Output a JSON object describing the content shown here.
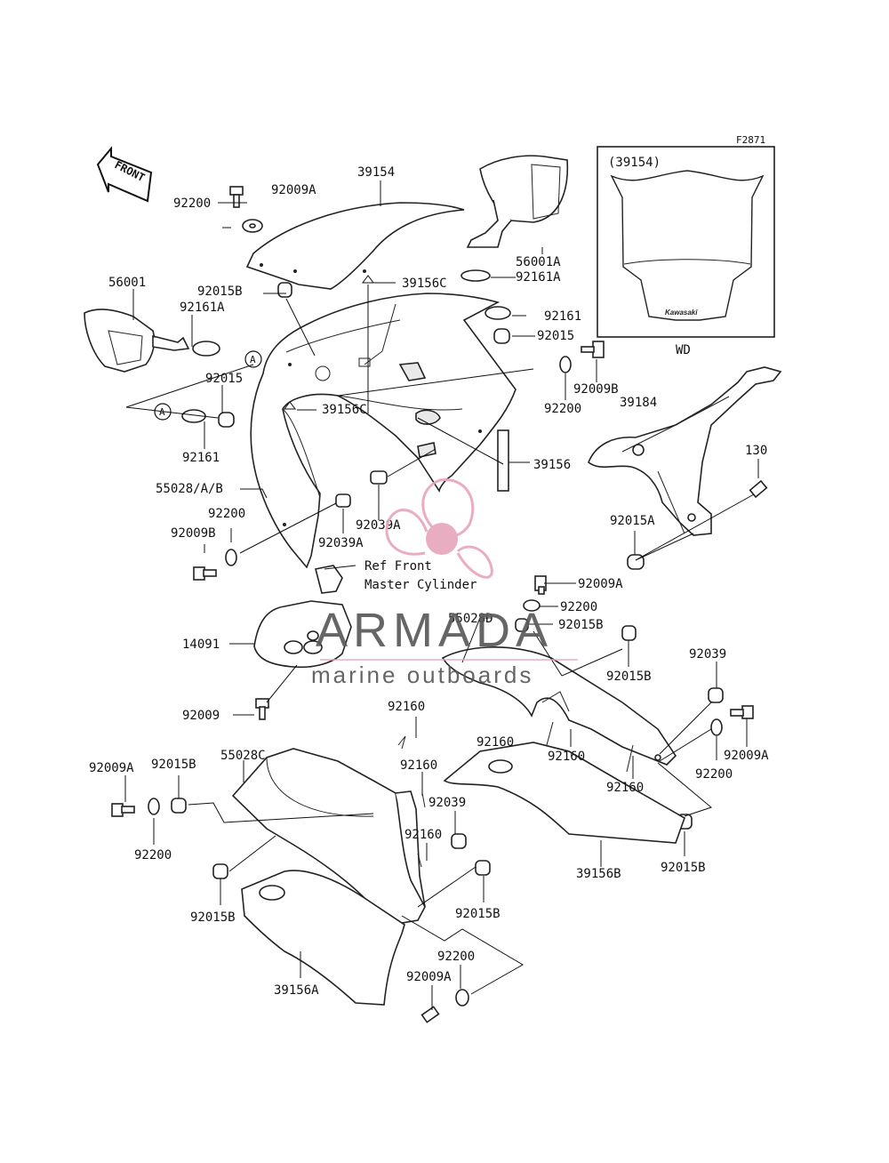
{
  "figure_code": "F2871",
  "front_label": "FRONT",
  "inset": {
    "part_ref": "(39154)",
    "caption": "WD",
    "brand_mark": "Kawasaki"
  },
  "ref_note": {
    "line1": "Ref Front",
    "line2": "Master Cylinder"
  },
  "callout_marker": "A",
  "watermark": {
    "title": "ARMADA",
    "subtitle": "marine outboards",
    "accent_color": "#e8a7bc"
  },
  "labels": {
    "l39154": "39154",
    "l92009A_top": "92009A",
    "l92200_top": "92200",
    "l56001A": "56001A",
    "l92161A_r": "92161A",
    "l92161_r": "92161",
    "l92015_r": "92015",
    "l39156C_top": "39156C",
    "l56001": "56001",
    "l92161A_l": "92161A",
    "l92015B_top": "92015B",
    "l92015_l": "92015",
    "l92161_l": "92161",
    "l39156C_mid": "39156C",
    "l92009B_r": "92009B",
    "l92200_r": "92200",
    "l39184": "39184",
    "l39156": "39156",
    "l130": "130",
    "l55028AB": "55028/A/B",
    "l92200_l": "92200",
    "l92009B_l": "92009B",
    "l92039A_a": "92039A",
    "l92039A_b": "92039A",
    "l92015A": "92015A",
    "l92009A_mid": "92009A",
    "l92200_mid": "92200",
    "l55028D": "55028D",
    "l92015B_mid": "92015B",
    "l14091": "14091",
    "l92015B_r2": "92015B",
    "l92039_r": "92039",
    "l92009_l": "92009",
    "l92160_a": "92160",
    "l92160_b": "92160",
    "l92160_c": "92160",
    "l92160_d": "92160",
    "l92160_e": "92160",
    "l92160_f": "92160",
    "l92009A_r": "92009A",
    "l92200_r2": "92200",
    "l92009A_l2": "92009A",
    "l92015B_l2": "92015B",
    "l55028C": "55028C",
    "l92200_l2": "92200",
    "l92039_c": "92039",
    "l92015B_l3": "92015B",
    "l92015B_c": "92015B",
    "l92015B_r3": "92015B",
    "l39156B": "39156B",
    "l39156A": "39156A",
    "l92200_bot": "92200",
    "l92009A_bot": "92009A"
  }
}
